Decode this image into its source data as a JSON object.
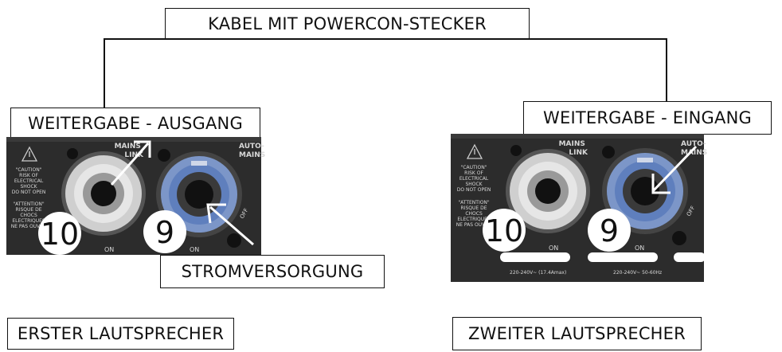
{
  "labels": {
    "cable": "KABEL MIT POWERCON-STECKER",
    "output": "WEITERGABE - AUSGANG",
    "input": "WEITERGABE - EINGANG",
    "power": "STROMVERSORGUNG",
    "first_speaker": "ERSTER LAUTSPRECHER",
    "second_speaker": "ZWEITER LAUTSPRECHER"
  },
  "panel": {
    "mains_link": [
      "MAINS",
      "LINK"
    ],
    "auto_mains": [
      "AUTO-",
      "MAINS"
    ],
    "caution": [
      "\"CAUTION\"",
      "RISK OF",
      "ELECTRICAL",
      "SHOCK",
      "DO NOT OPEN"
    ],
    "attention": [
      "\"ATTENTION\"",
      "RISQUE DE",
      "CHOCS",
      "ELECTRIQUES",
      "NE PAS OUVRIR"
    ],
    "on_label": "ON",
    "off_label": "OFF",
    "number_link": "10",
    "number_mains": "9",
    "spec_left": "220-240V~ (17.4Amax)",
    "spec_right": "220-240V~ 50-60Hz"
  }
}
